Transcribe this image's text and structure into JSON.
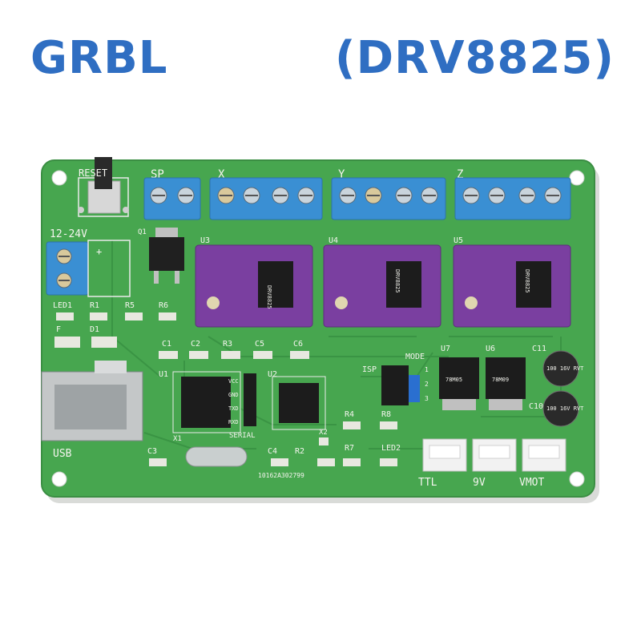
{
  "title": {
    "left": "GRBL",
    "right": "(DRV8825)"
  },
  "colors": {
    "pcb": "#48a84f",
    "pcb_dark": "#2f7f3a",
    "driver": "#7a3fa0",
    "terminal": "#3a8fd3",
    "title": "#2f6ec2"
  },
  "board": {
    "labels": {
      "reset": "RESET",
      "sp": "SP",
      "x": "X",
      "y": "Y",
      "z": "Z",
      "power": "12-24V",
      "plus": "+",
      "q1": "Q1",
      "u3": "U3",
      "u4": "U4",
      "u5": "U5",
      "led1": "LED1",
      "r1": "R1",
      "r5": "R5",
      "r6": "R6",
      "f": "F",
      "d1": "D1",
      "c1": "C1",
      "c2": "C2",
      "r3": "R3",
      "c5": "C5",
      "c6": "C6",
      "u1": "U1",
      "u2": "U2",
      "c3": "C3",
      "x1": "X1",
      "c4": "C4",
      "r2": "R2",
      "x2": "X2",
      "r4": "R4",
      "r8": "R8",
      "r7": "R7",
      "led2": "LED2",
      "vcc": "VCC",
      "gnd": "GND",
      "txd": "TXD",
      "rxd": "RXD",
      "serial": "SERIAL",
      "mode": "MODE",
      "isp": "ISP",
      "j1": "1",
      "j2": "2",
      "j3": "3",
      "u7": "U7",
      "u6": "U6",
      "c11": "C11",
      "c10": "C10",
      "usb": "USB",
      "ttl": "TTL",
      "v9": "9V",
      "vmot": "VMOT",
      "serial_no": "10162A302799",
      "reg1": "78M05",
      "reg2": "78M09",
      "cap_top": "100 16V RVT",
      "cap_bottom": "100 16V RVT",
      "drv": "DRV8825"
    }
  }
}
